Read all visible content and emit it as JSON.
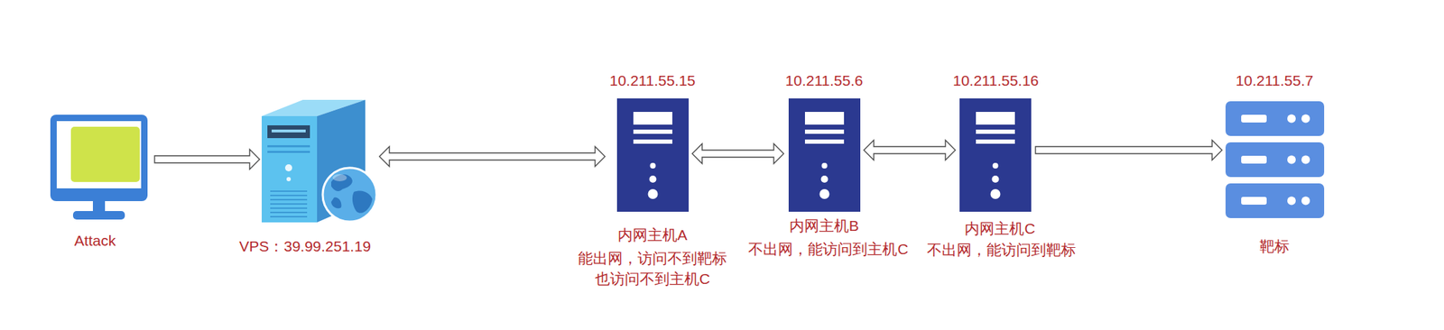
{
  "diagram": {
    "nodes": [
      {
        "text": [
          "Attack"
        ]
      },
      {
        "text": [
          "VPS：39.99.251.19"
        ]
      },
      {
        "text": [
          "10.211.55.15",
          "内网主机A",
          "能出网，访问不到靶标 也访问不到主机C"
        ]
      },
      {
        "text": [
          "10.211.55.6",
          "内网主机B",
          "不出网，能访问到主机C"
        ]
      },
      {
        "text": [
          "10.211.55.16",
          "内网主机C",
          "不出网，能访问到靶标"
        ]
      },
      {
        "text": [
          "10.211.55.7",
          "靶标"
        ]
      }
    ],
    "edges": [
      {
        "from": 0,
        "to": 1,
        "arrow": "to"
      },
      {
        "from": 1,
        "to": 2,
        "arrow": "both"
      },
      {
        "from": 2,
        "to": 3,
        "arrow": "both"
      },
      {
        "from": 3,
        "to": 4,
        "arrow": "both"
      },
      {
        "from": 4,
        "to": 5,
        "arrow": "to"
      }
    ]
  }
}
